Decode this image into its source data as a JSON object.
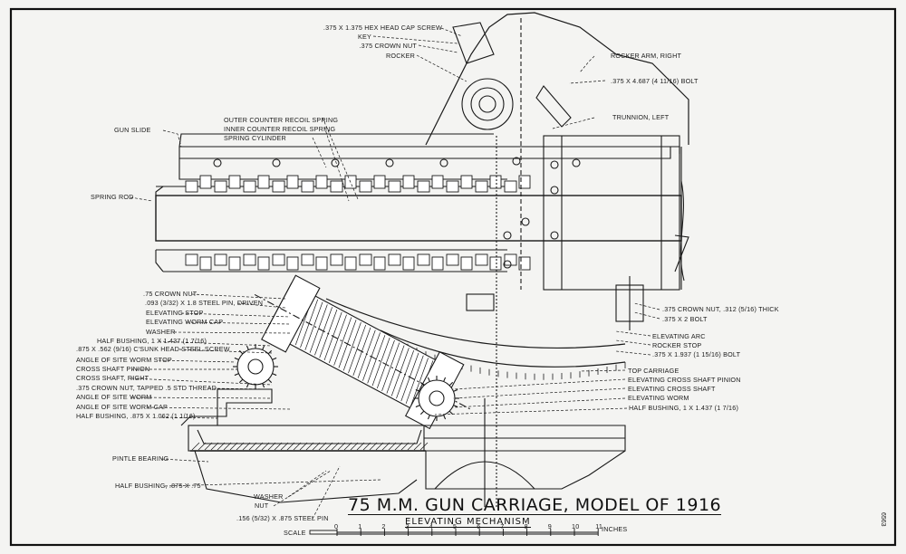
{
  "drawing": {
    "title": "75 M.M. GUN CARRIAGE, MODEL OF 1916",
    "subtitle": "ELEVATING MECHANISM",
    "sheet_number": "6563",
    "scale": {
      "label": "SCALE",
      "ticks": [
        "0",
        "1",
        "2",
        "3",
        "4",
        "5",
        "6",
        "7",
        "8",
        "9",
        "10",
        "11"
      ],
      "unit": "INCHES"
    }
  },
  "labels": {
    "top": [
      ".375 x 1.375 HEX HEAD CAP SCREW",
      "KEY",
      ".375 CROWN NUT",
      "ROCKER"
    ],
    "top_right": [
      "ROCKER ARM, RIGHT",
      ".375 x 4.687 (4 11/16) BOLT",
      "TRUNNION, LEFT"
    ],
    "springs": [
      "OUTER COUNTER RECOIL SPRING",
      "INNER COUNTER RECOIL SPRING",
      "SPRING CYLINDER"
    ],
    "gun_slide": "GUN SLIDE",
    "spring_rod": "SPRING ROD",
    "left": [
      ".75 CROWN NUT",
      ".093 (3/32) x 1.8 STEEL PIN, DRIVEN",
      "ELEVATING STOP",
      "ELEVATING WORM CAP",
      "WASHER",
      "HALF BUSHING, 1 x 1.437 (1 7/16)",
      ".875 x .562 (9/16) C'SUNK HEAD STEEL SCREW",
      "ANGLE OF SITE WORM STOP",
      "CROSS SHAFT PINION",
      "CROSS SHAFT, RIGHT",
      ".375 CROWN NUT, TAPPED .5 STD THREAD",
      "ANGLE OF SITE WORM",
      "ANGLE OF SITE WORM CAP",
      "HALF BUSHING, .875 x 1.062 (1 1/16)"
    ],
    "right": [
      ".375 CROWN NUT, .312 (5/16) THICK",
      ".375 x 2 BOLT",
      "ELEVATING ARC",
      "ROCKER STOP",
      ".375 x 1.937 (1 15/16) BOLT",
      "TOP CARRIAGE",
      "ELEVATING CROSS SHAFT PINION",
      "ELEVATING CROSS SHAFT",
      "ELEVATING WORM",
      "HALF BUSHING, 1 x 1.437 (1 7/16)"
    ],
    "bottom_left": [
      "PINTLE BEARING",
      "HALF BUSHING, .875 x .75"
    ],
    "bottom": [
      "WASHER",
      "NUT",
      ".156 (5/32) x .875 STEEL PIN"
    ]
  }
}
